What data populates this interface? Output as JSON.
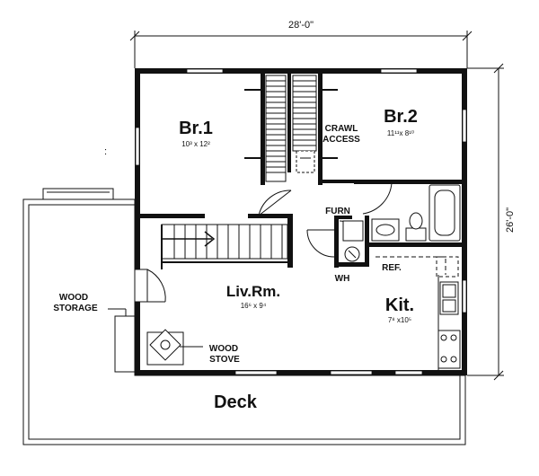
{
  "dimensions": {
    "width": "28'-0\"",
    "depth": "26'-0\""
  },
  "rooms": {
    "bedroom1": {
      "label": "Br.1",
      "size": "10³ x 12²"
    },
    "bedroom2": {
      "label": "Br.2",
      "size": "11¹¹x 8¹⁰"
    },
    "living": {
      "label": "Liv.Rm.",
      "size": "16⁶ x 9⁴"
    },
    "kitchen": {
      "label": "Kit.",
      "size": "7⁸ x10⁵"
    },
    "deck": {
      "label": "Deck"
    }
  },
  "labels": {
    "crawl_line1": "CRAWL",
    "crawl_line2": "ACCESS",
    "furnace": "FURN",
    "water_heater": "WH",
    "refrigerator": "REF.",
    "wood_storage_line1": "WOOD",
    "wood_storage_line2": "STORAGE",
    "wood_stove_line1": "WOOD",
    "wood_stove_line2": "STOVE"
  },
  "marks": {
    "stray_mark": ":"
  }
}
